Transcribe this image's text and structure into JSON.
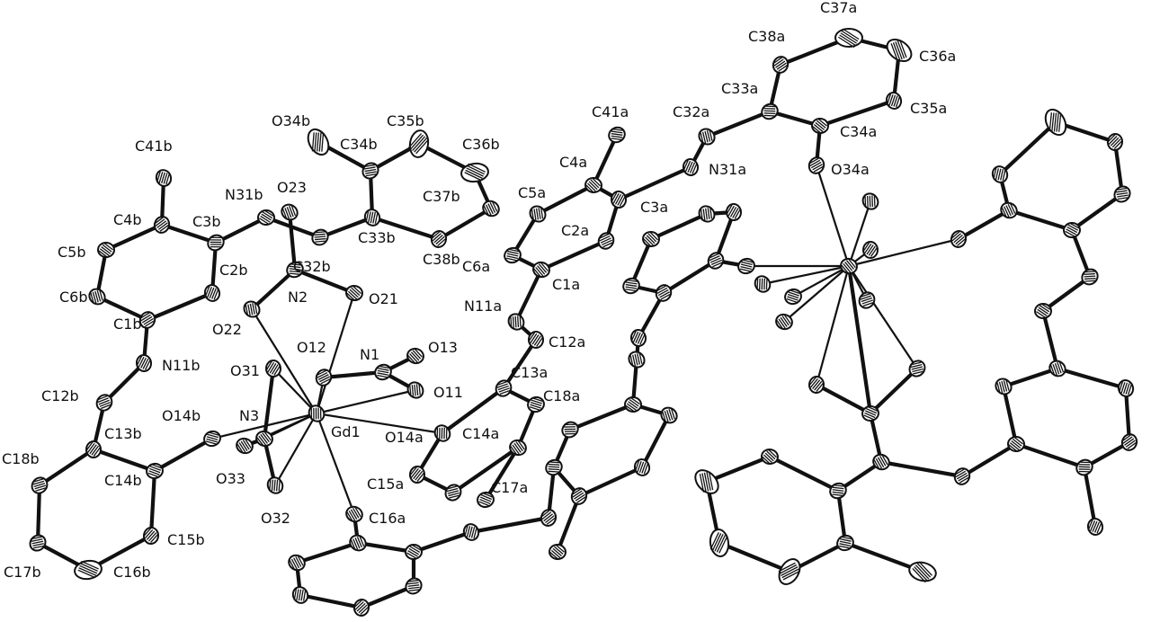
{
  "figure": {
    "labels": {
      "C37a": "C37a",
      "C36a": "C36a",
      "C35a": "C35a",
      "C38a": "C38a",
      "C33a": "C33a",
      "C34a": "C34a",
      "C32a": "C32a",
      "N31a": "N31a",
      "O34a": "O34a",
      "C41a": "C41a",
      "C4a": "C4a",
      "C5a": "C5a",
      "C3a": "C3a",
      "C2a": "C2a",
      "C6a": "C6a",
      "C1a": "C1a",
      "N11a": "N11a",
      "C12a": "C12a",
      "C13a": "C13a",
      "C18a": "C18a",
      "C14a": "C14a",
      "O14a": "O14a",
      "C15a": "C15a",
      "C17a": "C17a",
      "C16a": "C16a",
      "O34b": "O34b",
      "C35b": "C35b",
      "C34b": "C34b",
      "C36b": "C36b",
      "C37b": "C37b",
      "C33b": "C33b",
      "C38b": "C38b",
      "C32b": "C32b",
      "N31b": "N31b",
      "O23": "O23",
      "C41b": "C41b",
      "C4b": "C4b",
      "C3b": "C3b",
      "C5b": "C5b",
      "C6b": "C6b",
      "C2b": "C2b",
      "C1b": "C1b",
      "N2": "N2",
      "O21": "O21",
      "O22": "O22",
      "N11b": "N11b",
      "O12": "O12",
      "N1": "N1",
      "O13": "O13",
      "O11": "O11",
      "O31": "O31",
      "C12b": "C12b",
      "O14b": "O14b",
      "N3": "N3",
      "Gd1": "Gd1",
      "C13b": "C13b",
      "C18b": "C18b",
      "C14b": "C14b",
      "O33": "O33",
      "O32": "O32",
      "C15b": "C15b",
      "C17b": "C17b",
      "C16b": "C16b"
    }
  }
}
